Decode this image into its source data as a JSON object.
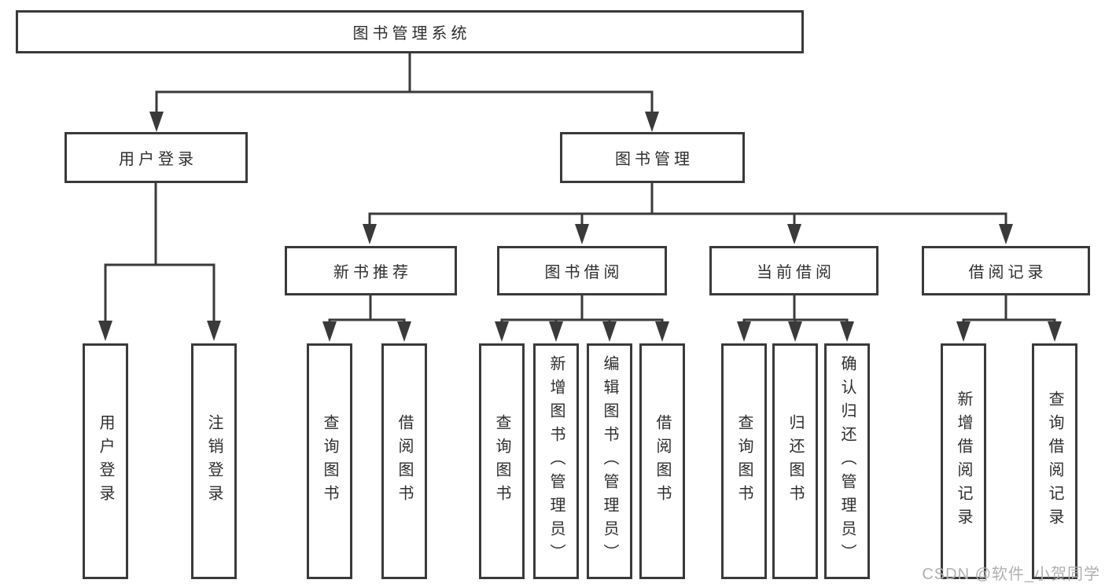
{
  "diagram": {
    "type": "feature-tree",
    "nodes": {
      "root": "图书管理系统",
      "user_login": "用户登录",
      "book_mgmt": "图书管理",
      "new_book_rec": "新书推荐",
      "book_borrow": "图书借阅",
      "current_borrow": "当前借阅",
      "borrow_records": "借阅记录",
      "ul_user_login": "用户登录",
      "ul_logout": "注销登录",
      "nbr_query_book": "查询图书",
      "nbr_borrow_book": "借阅图书",
      "bb_query_book": "查询图书",
      "bb_add_book": "新增图书（管理员）",
      "bb_edit_book": "编辑图书（管理员）",
      "bb_borrow_book": "借阅图书",
      "cb_query_book": "查询图书",
      "cb_return_book": "归还图书",
      "cb_confirm_return": "确认归还（管理员）",
      "br_add_record": "新增借阅记录",
      "br_query_record": "查询借阅记录"
    },
    "edges": [
      [
        "root",
        "user_login"
      ],
      [
        "root",
        "book_mgmt"
      ],
      [
        "user_login",
        "ul_user_login"
      ],
      [
        "user_login",
        "ul_logout"
      ],
      [
        "book_mgmt",
        "new_book_rec"
      ],
      [
        "book_mgmt",
        "book_borrow"
      ],
      [
        "book_mgmt",
        "current_borrow"
      ],
      [
        "book_mgmt",
        "borrow_records"
      ],
      [
        "new_book_rec",
        "nbr_query_book"
      ],
      [
        "new_book_rec",
        "nbr_borrow_book"
      ],
      [
        "book_borrow",
        "bb_query_book"
      ],
      [
        "book_borrow",
        "bb_add_book"
      ],
      [
        "book_borrow",
        "bb_edit_book"
      ],
      [
        "book_borrow",
        "bb_borrow_book"
      ],
      [
        "current_borrow",
        "cb_query_book"
      ],
      [
        "current_borrow",
        "cb_return_book"
      ],
      [
        "current_borrow",
        "cb_confirm_return"
      ],
      [
        "borrow_records",
        "br_add_record"
      ],
      [
        "borrow_records",
        "br_query_record"
      ]
    ]
  },
  "watermark": {
    "text": "CSDN @软件_小贺同学"
  },
  "colors": {
    "line": "#3a3a3a",
    "box_border": "#3a3a3a",
    "text": "#2e2e2e",
    "watermark": "#b0b0b0",
    "background": "#ffffff"
  }
}
